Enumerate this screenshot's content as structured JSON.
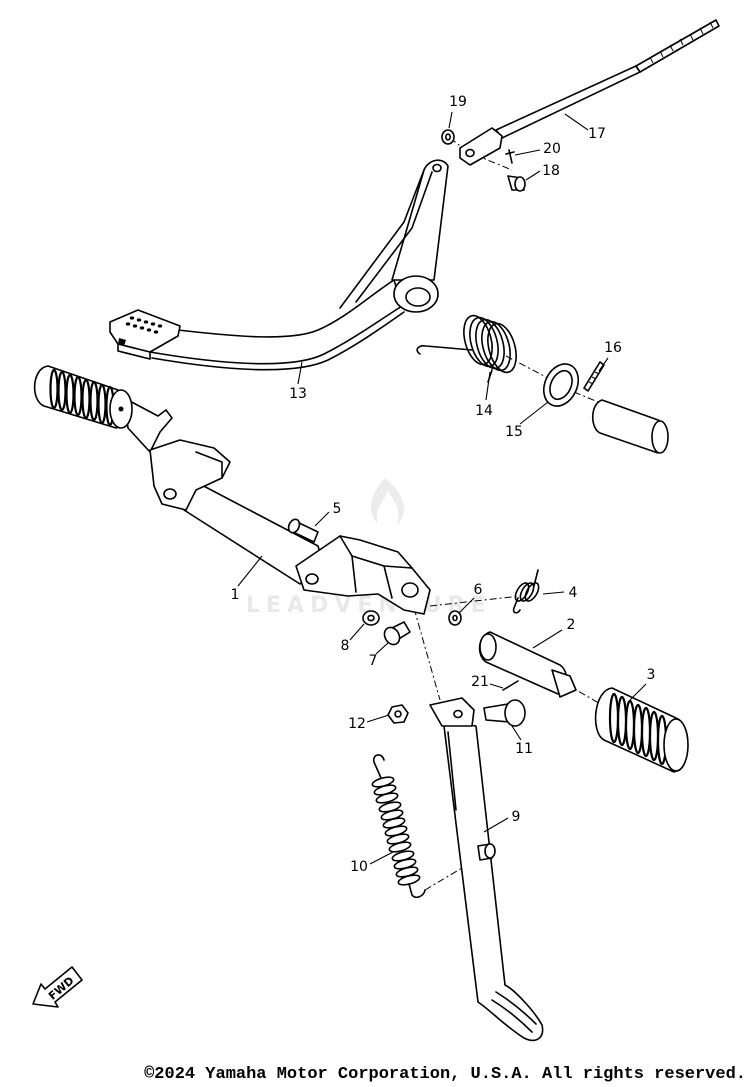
{
  "diagram": {
    "callouts": [
      "1",
      "2",
      "3",
      "4",
      "5",
      "6",
      "7",
      "8",
      "9",
      "10",
      "11",
      "12",
      "13",
      "14",
      "15",
      "16",
      "17",
      "18",
      "19",
      "20",
      "21"
    ],
    "fwd_label": "FWD",
    "watermark": "LEADVENTURE",
    "copyright": "©2024 Yamaha Motor Corporation, U.S.A. All rights reserved.",
    "colors": {
      "line": "#000000",
      "background": "#ffffff",
      "watermark": "#e9e9e9"
    }
  }
}
